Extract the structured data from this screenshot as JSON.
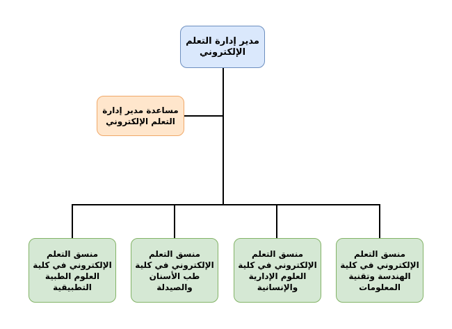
{
  "director": {
    "lines": [
      "مدير إدارة التعلم",
      "الإلكتروني"
    ]
  },
  "assistant": {
    "lines": [
      "مساعدة مدير إدارة",
      "التعلم الإلكتروني"
    ]
  },
  "coordinators": [
    {
      "lines": [
        "منسق التعلم",
        "الإلكتروني في كلية",
        "العلوم الطبية",
        "التطبيقية"
      ]
    },
    {
      "lines": [
        "منسق التعلم",
        "الإلكتروني في كلية",
        "طب الأسنان",
        "والصيدلة"
      ]
    },
    {
      "lines": [
        "منسق التعلم",
        "الإلكتروني في كلية",
        "العلوم الإدارية",
        "والإنسانية"
      ]
    },
    {
      "lines": [
        "منسق التعلم",
        "الإلكتروني في كلية",
        "الهندسة وتقنية",
        "المعلومات"
      ]
    }
  ],
  "colors": {
    "director_fill": "#dae8fc",
    "assistant_fill": "#ffe6cc",
    "coordinator_fill": "#d5e8d4"
  }
}
